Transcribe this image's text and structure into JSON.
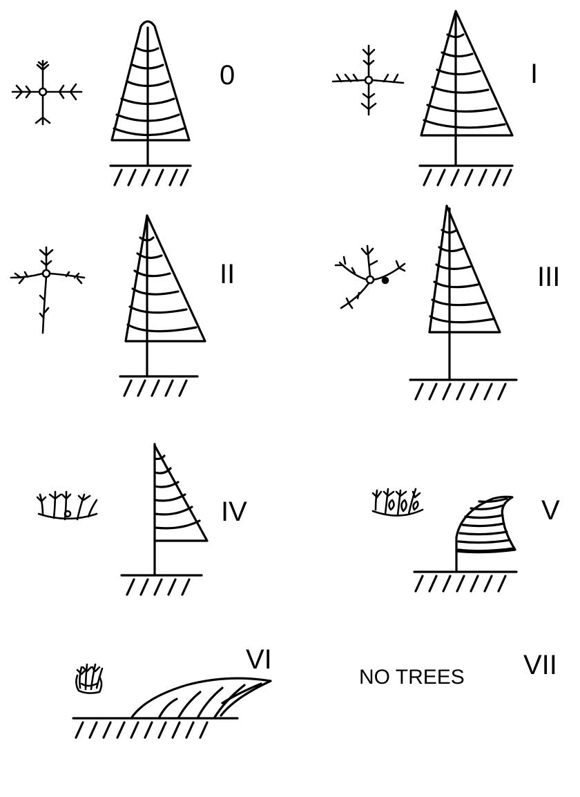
{
  "figure": {
    "stages": [
      {
        "label": "0"
      },
      {
        "label": "I"
      },
      {
        "label": "II"
      },
      {
        "label": "III"
      },
      {
        "label": "IV"
      },
      {
        "label": "V"
      },
      {
        "label": "VI"
      },
      {
        "label": "VII"
      }
    ],
    "no_trees_text": "NO TREES"
  }
}
